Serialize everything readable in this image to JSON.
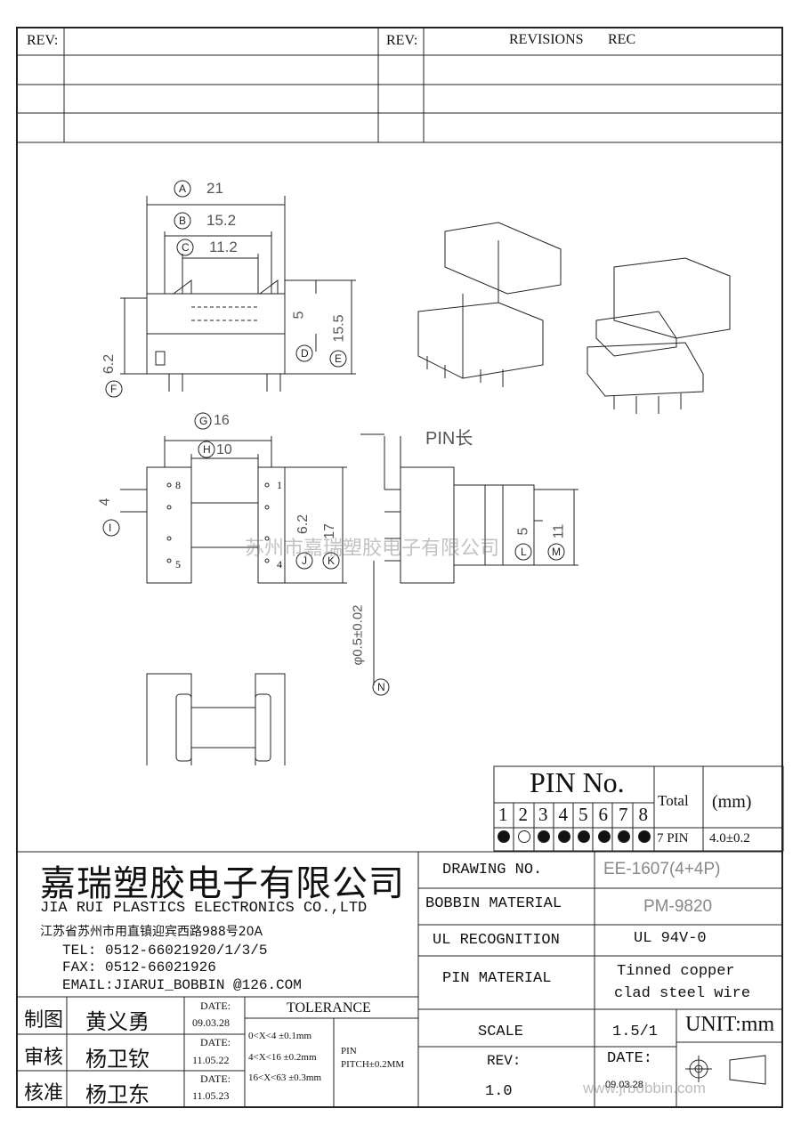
{
  "revisions": {
    "rev_label_left": "REV:",
    "rev_label_right": "REV:",
    "heading": "REVISIONS",
    "rec": "REC"
  },
  "drawing": {
    "dims": {
      "A": "21",
      "B": "15.2",
      "C": "11.2",
      "D": "5",
      "E": "15.5",
      "F": "6.2",
      "G": "16",
      "H": "10",
      "I": "4",
      "J": "6.2",
      "K": "17",
      "L": "5",
      "M": "11",
      "N": "φ0.5±0.02"
    },
    "pin_len_label": "PIN长",
    "pin_numbers_left": [
      "8",
      "5"
    ],
    "pin_numbers_right": [
      "1",
      "4"
    ],
    "watermark": "苏州市嘉瑞塑胶电子有限公司"
  },
  "pin_table": {
    "title": "PIN No.",
    "total_label": "Total",
    "unit_label": "(mm)",
    "pins": [
      "1",
      "2",
      "3",
      "4",
      "5",
      "6",
      "7",
      "8"
    ],
    "filled": [
      true,
      false,
      true,
      true,
      true,
      true,
      true,
      true
    ],
    "total_value": "7 PIN",
    "length_value": "4.0±0.2"
  },
  "company": {
    "name_cn": "嘉瑞塑胶电子有限公司",
    "name_en": "JIA RUI PLASTICS ELECTRONICS CO.,LTD",
    "address": "江苏省苏州市用直镇迎宾西路988号20A",
    "tel": "TEL: 0512-66021920/1/3/5",
    "fax": "FAX: 0512-66021926",
    "email": "EMAIL:JIARUI_BOBBIN @126.COM"
  },
  "spec": {
    "drawing_no_label": "DRAWING NO.",
    "drawing_no_value": "EE-1607(4+4P)",
    "bobbin_material_label": "BOBBIN MATERIAL",
    "bobbin_material_value": "PM-9820",
    "ul_label": "UL RECOGNITION",
    "ul_value": "UL 94V-0",
    "pin_material_label": "PIN MATERIAL",
    "pin_material_value_1": "Tinned copper",
    "pin_material_value_2": "clad steel wire",
    "scale_label": "SCALE",
    "scale_value": "1.5/1",
    "unit_label": "UNIT:mm",
    "rev_label": "REV:",
    "rev_value": "1.0",
    "date_label": "DATE:",
    "date_value": "09.03.28"
  },
  "signoff": {
    "rows": [
      {
        "role": "制图",
        "name": "黄义勇",
        "date_label": "DATE:",
        "date": "09.03.28"
      },
      {
        "role": "审核",
        "name": "杨卫钦",
        "date_label": "DATE:",
        "date": "11.05.22"
      },
      {
        "role": "核准",
        "name": "杨卫东",
        "date_label": "DATE:",
        "date": "11.05.23"
      }
    ],
    "tolerance_label": "TOLERANCE",
    "tolerances": [
      "0<X<4 ±0.1mm",
      "4<X<16 ±0.2mm",
      "16<X<63 ±0.3mm"
    ],
    "pin_pitch_1": "PIN",
    "pin_pitch_2": "PITCH±0.2MM"
  },
  "footer_watermark": "www.jrbobbin.com"
}
